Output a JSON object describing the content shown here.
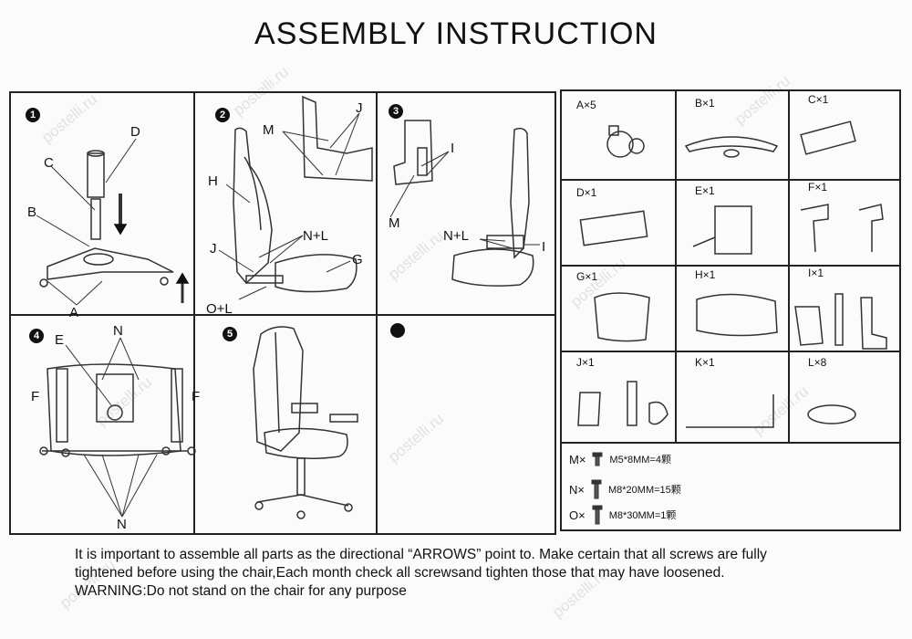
{
  "title": "ASSEMBLY  INSTRUCTION",
  "watermark": "postelli.ru",
  "steps": [
    {
      "number": "1",
      "labels": [
        "D",
        "C",
        "B",
        "A"
      ]
    },
    {
      "number": "2",
      "labels": [
        "M",
        "J",
        "H",
        "N+L",
        "J",
        "G",
        "O+L"
      ]
    },
    {
      "number": "3",
      "labels": [
        "I",
        "M",
        "N+L",
        "I"
      ]
    },
    {
      "number": "4",
      "labels": [
        "N",
        "E",
        "F",
        "F",
        "N"
      ]
    },
    {
      "number": "5"
    },
    {
      "number": ""
    }
  ],
  "parts": [
    {
      "label": "A×5"
    },
    {
      "label": "B×1"
    },
    {
      "label": "C×1"
    },
    {
      "label": "D×1"
    },
    {
      "label": "E×1"
    },
    {
      "label": "F×1"
    },
    {
      "label": "G×1"
    },
    {
      "label": "H×1"
    },
    {
      "label": "I×1"
    },
    {
      "label": "J×1"
    },
    {
      "label": "K×1"
    },
    {
      "label": "L×8"
    }
  ],
  "screws": [
    {
      "symbol": "M×",
      "spec": "M5*8MM=4颗"
    },
    {
      "symbol": "N×",
      "spec": "M8*20MM=15颗"
    },
    {
      "symbol": "O×",
      "spec": "M8*30MM=1颗"
    }
  ],
  "footer": {
    "line1": "It is important to assemble all parts as the directional “ARROWS” point to. Make certain that all screws are fully",
    "line2": "tightened  before using the chair,Each month check all screwsand tighten those that may have loosened.",
    "line3": "WARNING:Do not stand on the chair for any purpose"
  }
}
